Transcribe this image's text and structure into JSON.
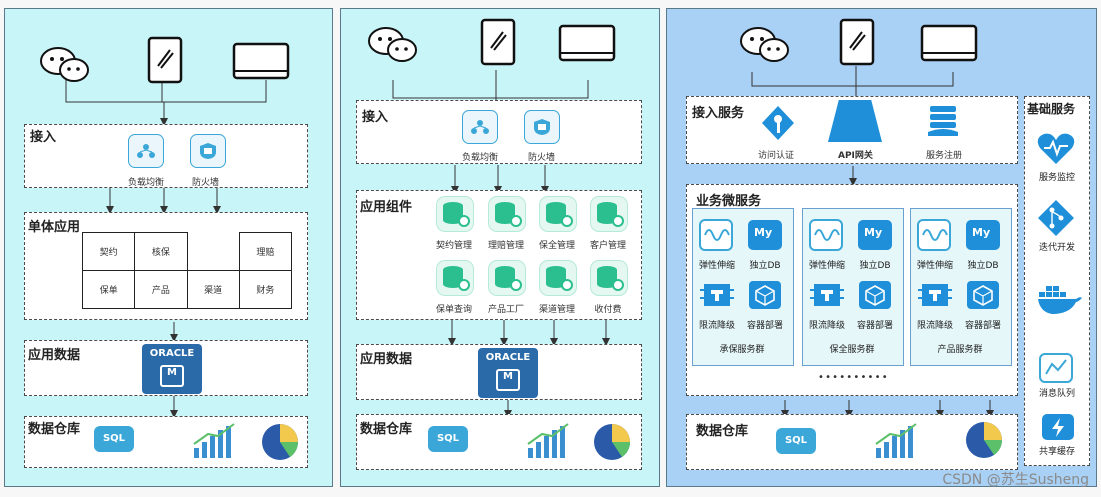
{
  "panel1": {
    "access": "接入",
    "lb": "负载均衡",
    "fw": "防火墙",
    "mono": "单体应用",
    "grid": [
      [
        "契约",
        "核保",
        "",
        "理赔"
      ],
      [
        "保单",
        "产品",
        "渠道",
        "财务"
      ]
    ],
    "appdata": "应用数据",
    "oracle": "ORACLE",
    "oracle_m": "M",
    "dw": "数据仓库",
    "sql": "SQL"
  },
  "panel2": {
    "access": "接入",
    "lb": "负载均衡",
    "fw": "防火墙",
    "comp": "应用组件",
    "comps": [
      "契约管理",
      "理赔管理",
      "保全管理",
      "客户管理",
      "保单查询",
      "产品工厂",
      "渠道管理",
      "收付费"
    ],
    "appdata": "应用数据",
    "oracle": "ORACLE",
    "oracle_m": "M",
    "dw": "数据仓库",
    "sql": "SQL"
  },
  "panel3": {
    "access": "接入服务",
    "auth": "访问认证",
    "gw": "API网关",
    "reg": "服务注册",
    "micro": "业务微服务",
    "elastic": "弹性伸缩",
    "db": "独立DB",
    "limit": "限流降级",
    "container": "容器部署",
    "my": "My",
    "clusters": [
      "承保服务群",
      "保全服务群",
      "产品服务群"
    ],
    "dots": "• • • • • • • • • •",
    "dw": "数据仓库",
    "sql": "SQL",
    "base": "基础服务",
    "base_items": [
      "服务监控",
      "迭代开发",
      "消息队列",
      "共享缓存"
    ]
  },
  "watermark": "CSDN @苏生Susheng"
}
